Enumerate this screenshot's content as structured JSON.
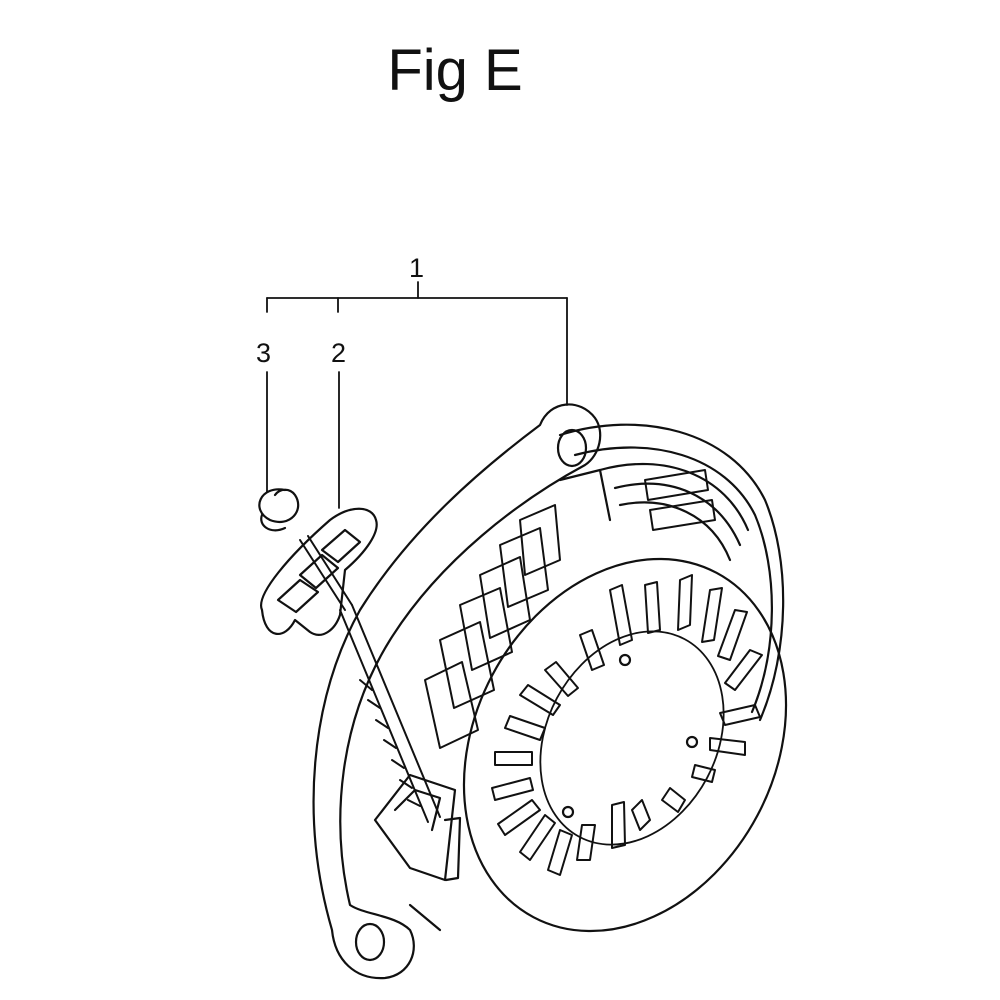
{
  "figure": {
    "title": "Fig E",
    "callouts": [
      {
        "label": "1",
        "part": "recoil-starter-assembly"
      },
      {
        "label": "2",
        "part": "starter-handle"
      },
      {
        "label": "3",
        "part": "rope-knot"
      }
    ],
    "colors": {
      "ink": "#111111",
      "background": "#ffffff"
    }
  }
}
